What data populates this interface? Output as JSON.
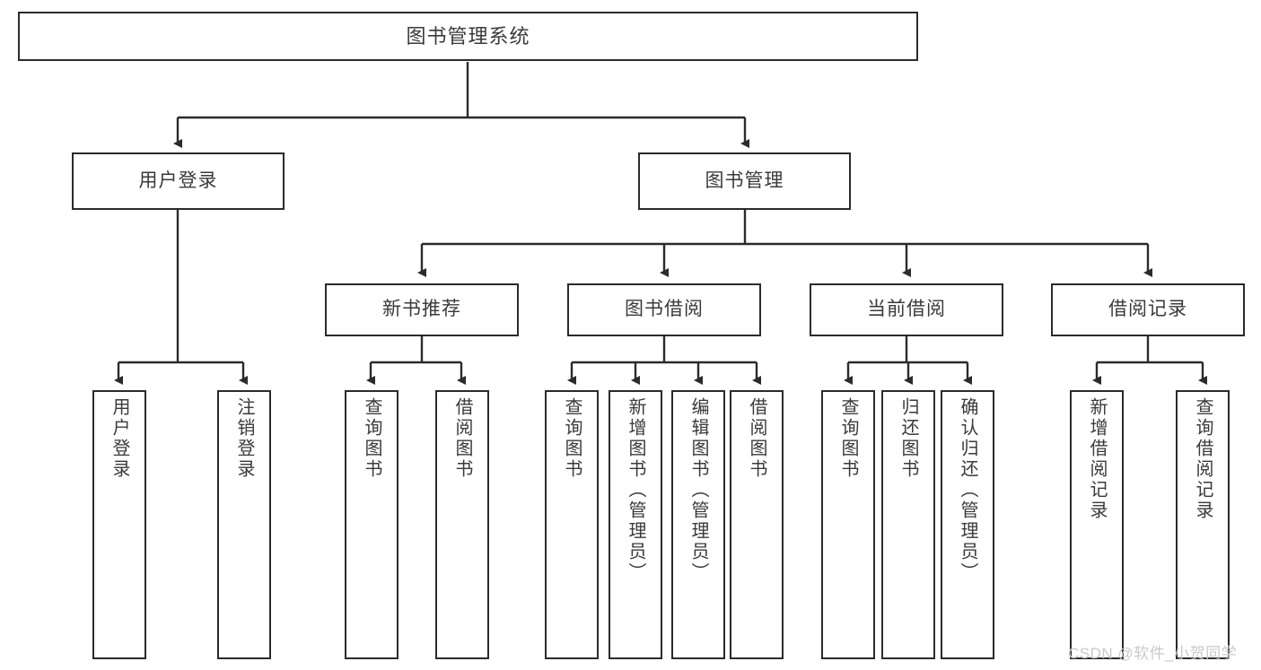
{
  "diagram": {
    "title": "图书管理系统",
    "type": "hierarchy-tree",
    "levels": 4,
    "root": {
      "id": "root",
      "label": "图书管理系统"
    },
    "level2": [
      {
        "id": "user-login",
        "label": "用户登录"
      },
      {
        "id": "book-management",
        "label": "图书管理"
      }
    ],
    "level3": [
      {
        "id": "new-book-recommend",
        "label": "新书推荐",
        "parent": "book-management"
      },
      {
        "id": "book-borrow",
        "label": "图书借阅",
        "parent": "book-management"
      },
      {
        "id": "current-borrow",
        "label": "当前借阅",
        "parent": "book-management"
      },
      {
        "id": "borrow-record",
        "label": "借阅记录",
        "parent": "book-management"
      }
    ],
    "leaves": {
      "user_login": [
        {
          "id": "leaf-user-login",
          "label": "用户登录"
        },
        {
          "id": "leaf-logout",
          "label": "注销登录"
        }
      ],
      "new_book_recommend": [
        {
          "id": "leaf-query-book-1",
          "label": "查询图书"
        },
        {
          "id": "leaf-borrow-book-1",
          "label": "借阅图书"
        }
      ],
      "book_borrow": [
        {
          "id": "leaf-query-book-2",
          "label": "查询图书"
        },
        {
          "id": "leaf-add-book",
          "label": "新增图书（管理员）"
        },
        {
          "id": "leaf-edit-book",
          "label": "编辑图书（管理员）"
        },
        {
          "id": "leaf-borrow-book-2",
          "label": "借阅图书"
        }
      ],
      "current_borrow": [
        {
          "id": "leaf-query-book-3",
          "label": "查询图书"
        },
        {
          "id": "leaf-return-book",
          "label": "归还图书"
        },
        {
          "id": "leaf-confirm-return",
          "label": "确认归还（管理员）"
        }
      ],
      "borrow_record": [
        {
          "id": "leaf-add-record",
          "label": "新增借阅记录"
        },
        {
          "id": "leaf-query-record",
          "label": "查询借阅记录"
        }
      ]
    }
  },
  "watermark": {
    "text": "CSDN @软件_小贺同学"
  },
  "colors": {
    "background": "#ffffff",
    "box_border": "#2b2b2b",
    "box_fill": "#ffffff",
    "text": "#3a3a3a",
    "edge": "#2b2b2b",
    "watermark": "#c9c9c9"
  }
}
